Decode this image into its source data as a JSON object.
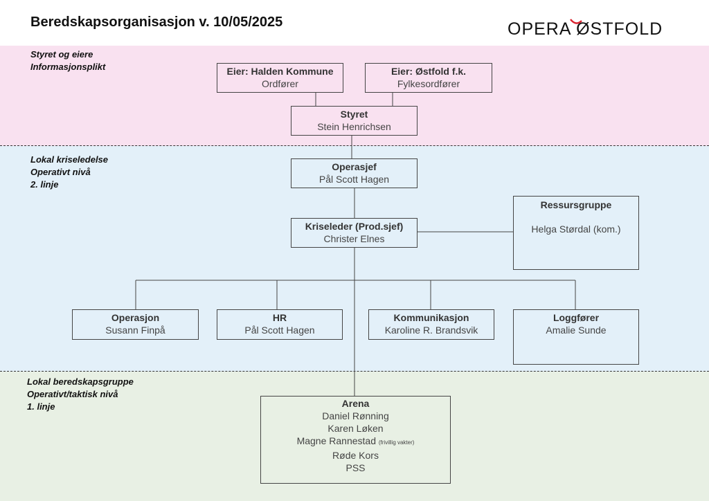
{
  "header": {
    "title": "Beredskapsorganisasjon v. 10/05/2025",
    "logo_text": "OPERA ØSTFOLD"
  },
  "bands": {
    "owners": {
      "line1": "Styret og eiere",
      "line2": "Informasjonsplikt",
      "color": "#f9e1f0"
    },
    "crisis": {
      "line1": "Lokal kriseledelse",
      "line2": "Operativt nivå",
      "line3": "2. linje",
      "color": "#e3f0f9"
    },
    "local": {
      "line1": "Lokal beredskapsgruppe",
      "line2": "Operativt/taktisk nivå",
      "line3": "1. linje",
      "color": "#e8f0e4"
    }
  },
  "nodes": {
    "owner_halden": {
      "title": "Eier: Halden Kommune",
      "sub": "Ordfører"
    },
    "owner_ostfold": {
      "title": "Eier: Østfold f.k.",
      "sub": "Fylkesordfører"
    },
    "board": {
      "title": "Styret",
      "sub": "Stein Henrichsen"
    },
    "ops_chief": {
      "title": "Operasjef",
      "sub": "Pål Scott Hagen"
    },
    "crisis_leader": {
      "title": "Kriseleder (Prod.sjef)",
      "sub": "Christer Elnes"
    },
    "resource_group": {
      "title": "Ressursgruppe",
      "sub": "Helga Størdal (kom.)"
    },
    "operations": {
      "title": "Operasjon",
      "sub": "Susann Finpå"
    },
    "hr": {
      "title": "HR",
      "sub": "Pål Scott Hagen"
    },
    "communication": {
      "title": "Kommunikasjon",
      "sub": "Karoline R. Brandsvik"
    },
    "logger": {
      "title": "Loggfører",
      "sub": "Amalie Sunde"
    },
    "arena": {
      "title": "Arena",
      "member1": "Daniel Rønning",
      "member2": "Karen Løken",
      "member3": "Magne Rannestad",
      "member3_note": "(frivillig vakter)",
      "member4": "Røde Kors",
      "member5": "PSS"
    }
  }
}
